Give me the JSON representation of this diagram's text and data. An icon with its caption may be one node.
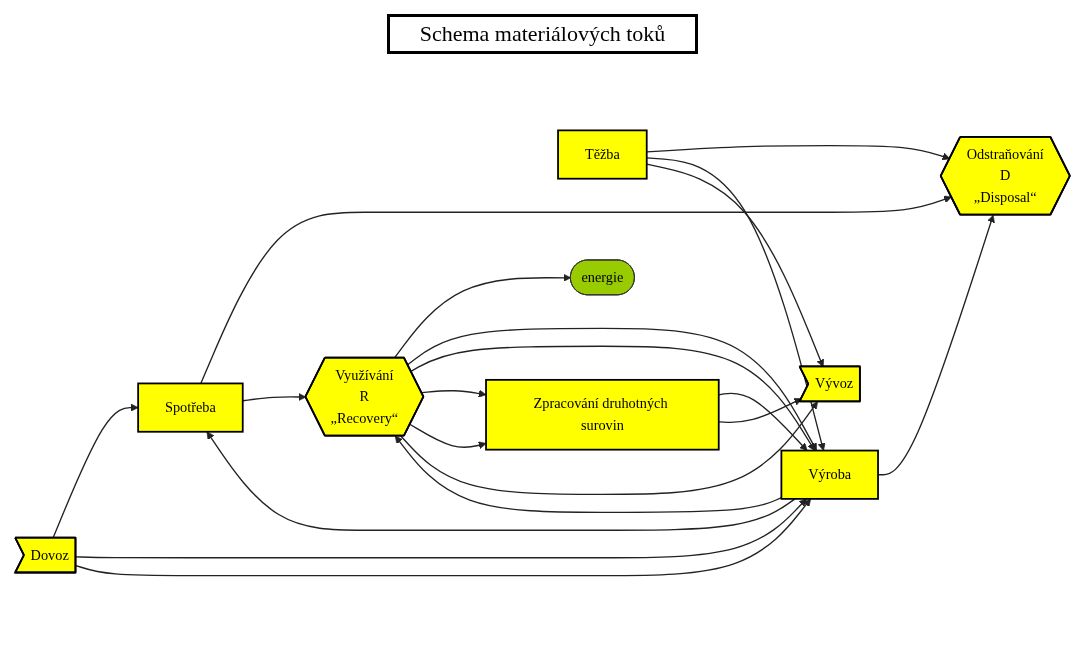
{
  "diagram": {
    "title": "Schema materiálových toků",
    "nodes": [
      {
        "text": [
          "Dovoz"
        ]
      },
      {
        "text": [
          "Těžba"
        ]
      },
      {
        "text": [
          "Výroba"
        ]
      },
      {
        "text": [
          "Spotřeba"
        ]
      },
      {
        "text": [
          "Odstraňování",
          "D",
          "„Disposal“"
        ]
      },
      {
        "text": [
          "Využívání",
          "R",
          "„Recovery“"
        ]
      },
      {
        "text": [
          "energie"
        ]
      },
      {
        "text": [
          "Zpracování druhotných surovin"
        ]
      },
      {
        "text": [
          "Vývoz"
        ]
      }
    ],
    "edges": [
      {
        "from": 1,
        "to": 4,
        "arrow": "to"
      },
      {
        "from": 0,
        "to": 3,
        "arrow": "to"
      },
      {
        "from": 0,
        "to": 2,
        "arrow": "to"
      },
      {
        "from": 0,
        "to": 2,
        "arrow": "to"
      },
      {
        "from": 1,
        "to": 2,
        "arrow": "to"
      },
      {
        "from": 1,
        "to": 8,
        "arrow": "to"
      },
      {
        "from": 2,
        "to": 4,
        "arrow": "to"
      },
      {
        "from": 2,
        "to": 3,
        "arrow": "to"
      },
      {
        "from": 2,
        "to": 5,
        "arrow": "to"
      },
      {
        "from": 3,
        "to": 4,
        "arrow": "to"
      },
      {
        "from": 3,
        "to": 5,
        "arrow": "to"
      },
      {
        "from": 5,
        "to": 6,
        "arrow": "to"
      },
      {
        "from": 5,
        "to": 2,
        "arrow": "to"
      },
      {
        "from": 5,
        "to": 2,
        "arrow": "to"
      },
      {
        "from": 5,
        "to": 7,
        "arrow": "to"
      },
      {
        "from": 5,
        "to": 7,
        "arrow": "to"
      },
      {
        "from": 5,
        "to": 8,
        "arrow": "to"
      },
      {
        "from": 7,
        "to": 2,
        "arrow": "to"
      },
      {
        "from": 7,
        "to": 8,
        "arrow": "to"
      }
    ]
  }
}
